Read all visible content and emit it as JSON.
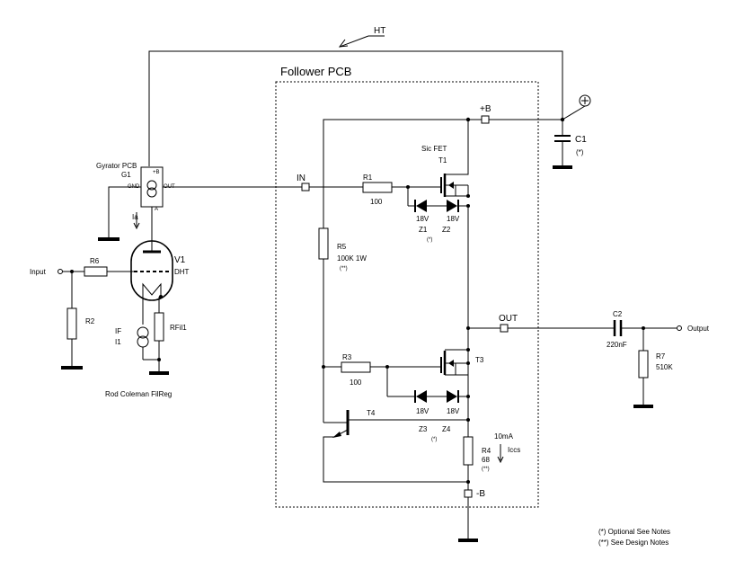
{
  "header": {
    "ht_label": "HT",
    "pcb_title": "Follower PCB"
  },
  "supply": {
    "plus_b": "+B",
    "minus_b": "-B",
    "plus_symbol": "+"
  },
  "gyrator": {
    "title": "Gyrator PCB",
    "ref": "G1",
    "pin_gnd": "GND",
    "pin_plus_b": "+B",
    "pin_out": "OUT",
    "pin_a": "A",
    "current_label": "Ia"
  },
  "tube": {
    "ref": "V1",
    "type": "DHT"
  },
  "input": {
    "label": "Input",
    "r6": "R6",
    "r2": "R2"
  },
  "filament": {
    "if_label": "IF",
    "i1_label": "I1",
    "rfil_label": "RFil1",
    "caption": "Rod Coleman FilReg"
  },
  "follower": {
    "in_label": "IN",
    "r1": {
      "ref": "R1",
      "value": "100"
    },
    "t1": {
      "ref": "T1",
      "note": "Sic FET"
    },
    "z1": {
      "ref": "Z1",
      "value": "18V",
      "note": "(*)"
    },
    "z2": {
      "ref": "Z2",
      "value": "18V"
    },
    "r5": {
      "ref": "R5",
      "value": "100K 1W",
      "note": "(**)"
    },
    "r3": {
      "ref": "R3",
      "value": "100"
    },
    "t3": {
      "ref": "T3"
    },
    "z3": {
      "ref": "Z3",
      "value": "18V",
      "note": "(*)"
    },
    "z4": {
      "ref": "Z4",
      "value": "18V"
    },
    "t4": {
      "ref": "T4"
    },
    "r4": {
      "ref": "R4",
      "value": "68",
      "note": "(**)"
    },
    "current": {
      "value": "10mA",
      "label": "Iccs"
    },
    "out_label": "OUT"
  },
  "c1": {
    "ref": "C1",
    "note": "(*)"
  },
  "output": {
    "c2_ref": "C2",
    "c2_value": "220nF",
    "r7_ref": "R7",
    "r7_value": "510K",
    "label": "Output"
  },
  "notes": {
    "optional": "(*) Optional See Notes",
    "design": "(**) See Design Notes"
  }
}
